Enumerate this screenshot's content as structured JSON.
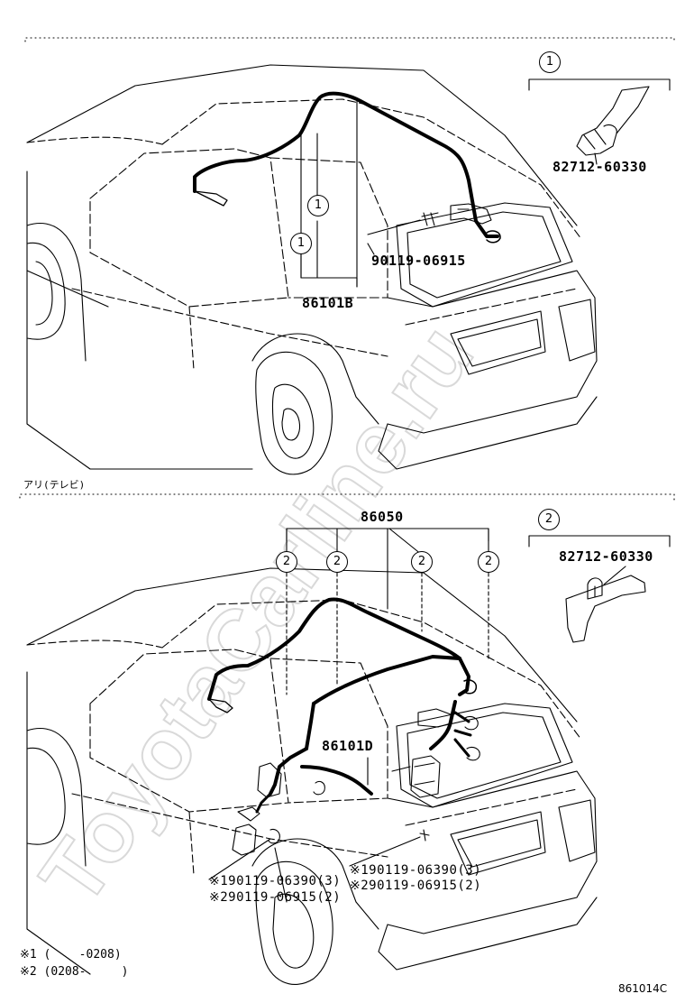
{
  "diagram": {
    "upper_section": {
      "inset_callout": "1",
      "inset_part": "82712-60330",
      "callouts": [
        "1",
        "1"
      ],
      "parts": {
        "bolt": "90119-06915",
        "harness": "86101B"
      }
    },
    "lower_section": {
      "header": "アリ(テレビ)",
      "inset_callout": "2",
      "inset_part": "82712-60330",
      "group_part": "86050",
      "callouts": [
        "2",
        "2",
        "2",
        "2"
      ],
      "harness": "86101D",
      "left_notes": {
        "line1": "※190119-06390(3)",
        "line2": "※290119-06915(2)"
      },
      "right_notes": {
        "line1": "※190119-06390(3)",
        "line2": "※290119-06915(2)"
      }
    },
    "footnotes": {
      "note1": "※1 (    -0208)",
      "note2": "※2 (0208-     )"
    },
    "diagram_code": "861014C",
    "watermark": "ToyotaCarline.ru"
  },
  "colors": {
    "ink": "#000000",
    "watermark": "#d9d9d9",
    "background": "#ffffff"
  }
}
